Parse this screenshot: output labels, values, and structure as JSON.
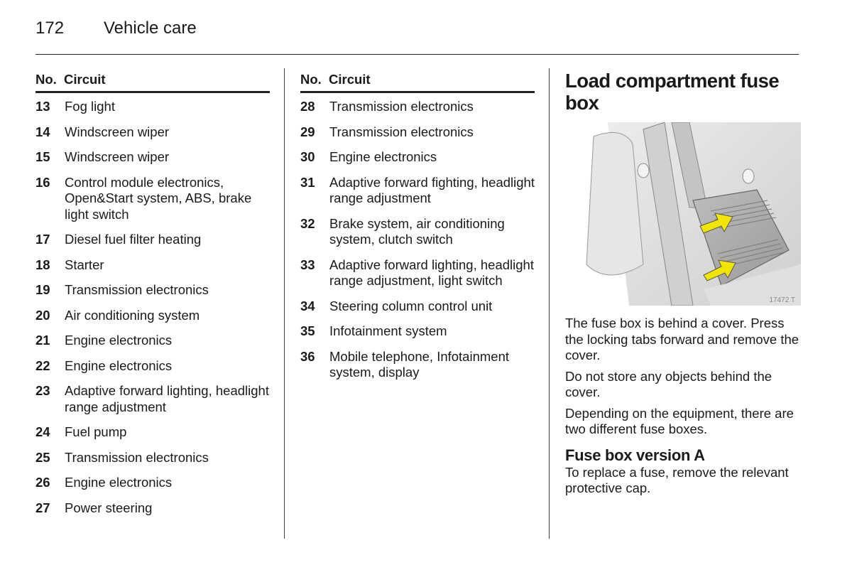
{
  "header": {
    "page_number": "172",
    "section": "Vehicle care"
  },
  "table_header": {
    "no": "No.",
    "circuit": "Circuit"
  },
  "col1_rows": [
    {
      "no": "13",
      "circuit": "Fog light"
    },
    {
      "no": "14",
      "circuit": "Windscreen wiper"
    },
    {
      "no": "15",
      "circuit": "Windscreen wiper"
    },
    {
      "no": "16",
      "circuit": "Control module electronics, Open&Start system, ABS, brake light switch"
    },
    {
      "no": "17",
      "circuit": "Diesel fuel filter heating"
    },
    {
      "no": "18",
      "circuit": "Starter"
    },
    {
      "no": "19",
      "circuit": "Transmission electronics"
    },
    {
      "no": "20",
      "circuit": "Air conditioning system"
    },
    {
      "no": "21",
      "circuit": "Engine electronics"
    },
    {
      "no": "22",
      "circuit": "Engine electronics"
    },
    {
      "no": "23",
      "circuit": "Adaptive forward lighting, headlight range adjustment"
    },
    {
      "no": "24",
      "circuit": "Fuel pump"
    },
    {
      "no": "25",
      "circuit": "Transmission electronics"
    },
    {
      "no": "26",
      "circuit": "Engine electronics"
    },
    {
      "no": "27",
      "circuit": "Power steering"
    }
  ],
  "col2_rows": [
    {
      "no": "28",
      "circuit": "Transmission electronics"
    },
    {
      "no": "29",
      "circuit": "Transmission electronics"
    },
    {
      "no": "30",
      "circuit": "Engine electronics"
    },
    {
      "no": "31",
      "circuit": "Adaptive forward fighting, headlight range adjustment"
    },
    {
      "no": "32",
      "circuit": "Brake system, air conditioning system, clutch switch"
    },
    {
      "no": "33",
      "circuit": "Adaptive forward lighting, headlight range adjustment, light switch"
    },
    {
      "no": "34",
      "circuit": "Steering column control unit"
    },
    {
      "no": "35",
      "circuit": "Infotainment system"
    },
    {
      "no": "36",
      "circuit": "Mobile telephone, Infotainment system, display"
    }
  ],
  "right": {
    "heading": "Load compartment fuse box",
    "figure_code": "17472 T",
    "paragraphs": [
      "The fuse box is behind a cover. Press the locking tabs forward and remove the cover.",
      "Do not store any objects behind the cover.",
      "Depending on the equipment, there are two different fuse boxes."
    ],
    "subheading": "Fuse box version A",
    "sub_paragraph": "To replace a fuse, remove the relevant protective cap."
  },
  "colors": {
    "arrow": "#f2e600",
    "text": "#1a1a1a",
    "illustration_gray": "#d9d9d9"
  }
}
